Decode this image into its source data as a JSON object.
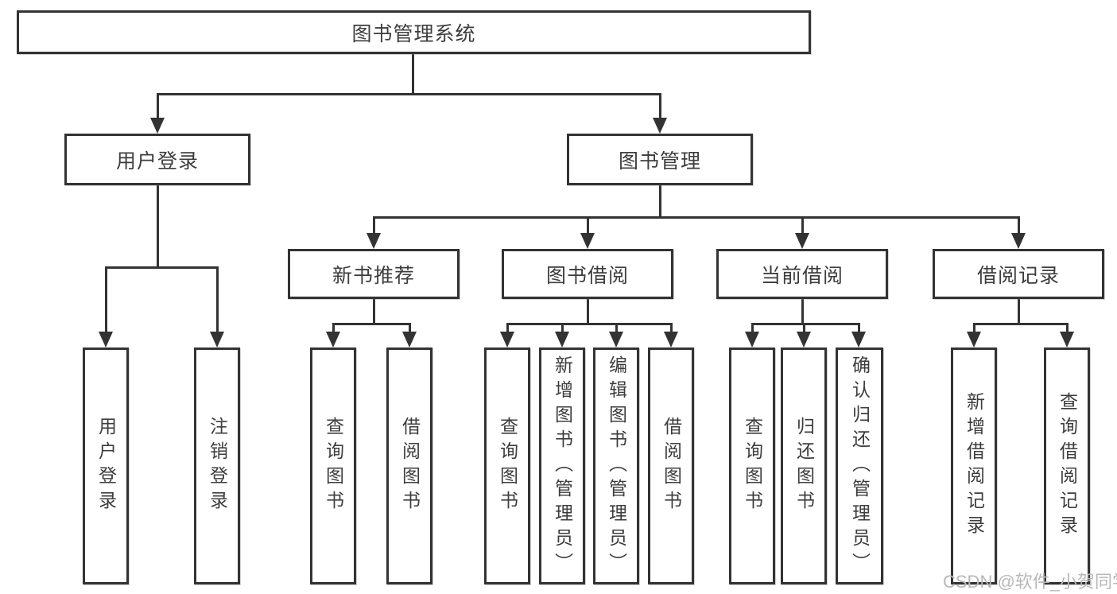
{
  "diagram": {
    "type": "hierarchy-tree",
    "colors": {
      "line": "#333333",
      "box_border": "#333333",
      "text": "#3d3d3d",
      "background": "#ffffff",
      "watermark_text_color": "#b8b8b8"
    }
  },
  "tree": {
    "root": "图书管理系统",
    "children": [
      {
        "label": "用户登录",
        "children": [
          "用户登录",
          "注销登录"
        ]
      },
      {
        "label": "图书管理",
        "children": [
          {
            "label": "新书推荐",
            "children": [
              "查询图书",
              "借阅图书"
            ]
          },
          {
            "label": "图书借阅",
            "children": [
              "查询图书",
              "新增图书（管理员）",
              "编辑图书（管理员）",
              "借阅图书"
            ]
          },
          {
            "label": "当前借阅",
            "children": [
              "查询图书",
              "归还图书",
              "确认归还（管理员）"
            ]
          },
          {
            "label": "借阅记录",
            "children": [
              "新增借阅记录",
              "查询借阅记录"
            ]
          }
        ]
      }
    ]
  },
  "watermark": {
    "text": "CSDN @软件_小贺同学"
  }
}
